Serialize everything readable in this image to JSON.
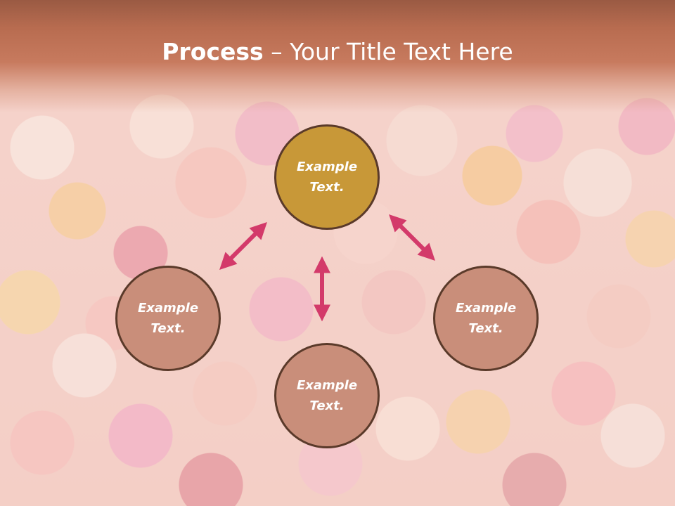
{
  "slide": {
    "title_bold": "Process",
    "title_rest": " – Your Title Text Here"
  },
  "diagram": {
    "center": {
      "line1": "Example",
      "line2": "Text."
    },
    "left": {
      "line1": "Example",
      "line2": "Text."
    },
    "right": {
      "line1": "Example",
      "line2": "Text."
    },
    "bottom": {
      "line1": "Example",
      "line2": "Text."
    }
  },
  "colors": {
    "title_band": "#c77a5e",
    "center_circle": "#c89838",
    "outer_circle": "#c98e7a",
    "circle_border": "#5a3a2a",
    "arrow": "#d33a6a"
  }
}
